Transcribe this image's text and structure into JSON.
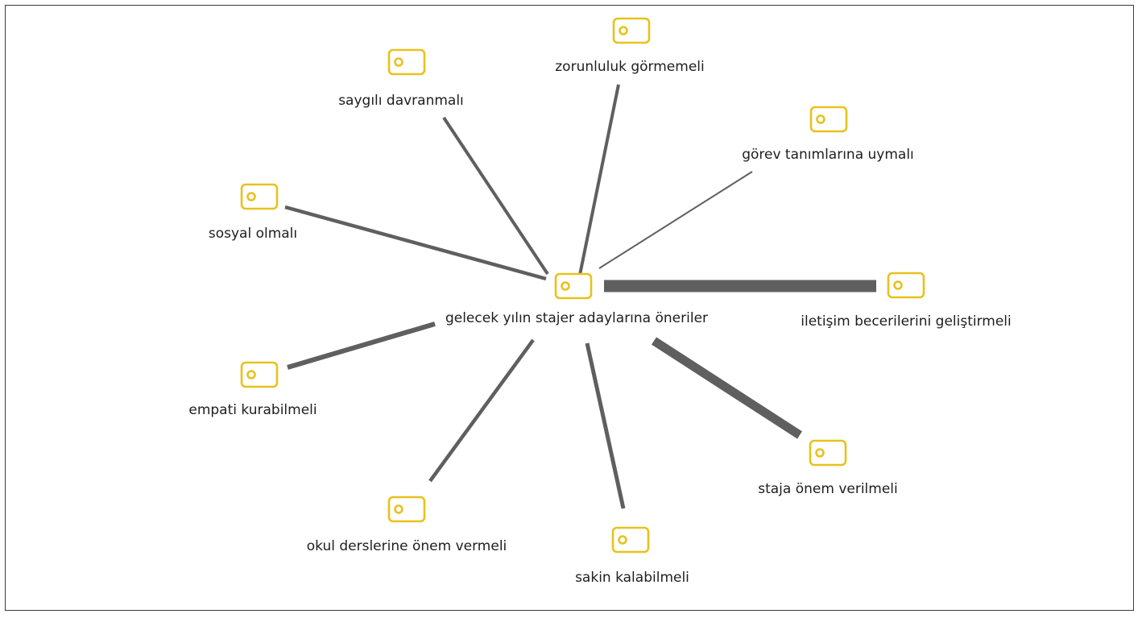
{
  "icon": "code-tag-icon",
  "colors": {
    "icon": "#e8c21c",
    "edge": "#5f5f5f",
    "text": "#1e1e1e"
  },
  "center": {
    "id": "center",
    "label": "gelecek yılın stajer adaylarına öneriler"
  },
  "nodes": [
    {
      "id": "zorunluluk",
      "label": "zorunluluk görmemeli"
    },
    {
      "id": "saygili",
      "label": "saygılı davranmalı"
    },
    {
      "id": "gorev",
      "label": "görev tanımlarına uymalı"
    },
    {
      "id": "sosyal",
      "label": "sosyal olmalı"
    },
    {
      "id": "iletisim",
      "label": "iletişim becerilerini geliştirmeli"
    },
    {
      "id": "empati",
      "label": "empati kurabilmeli"
    },
    {
      "id": "staja",
      "label": "staja önem verilmeli"
    },
    {
      "id": "okul",
      "label": "okul derslerine önem vermeli"
    },
    {
      "id": "sakin",
      "label": "sakin kalabilmeli"
    }
  ]
}
